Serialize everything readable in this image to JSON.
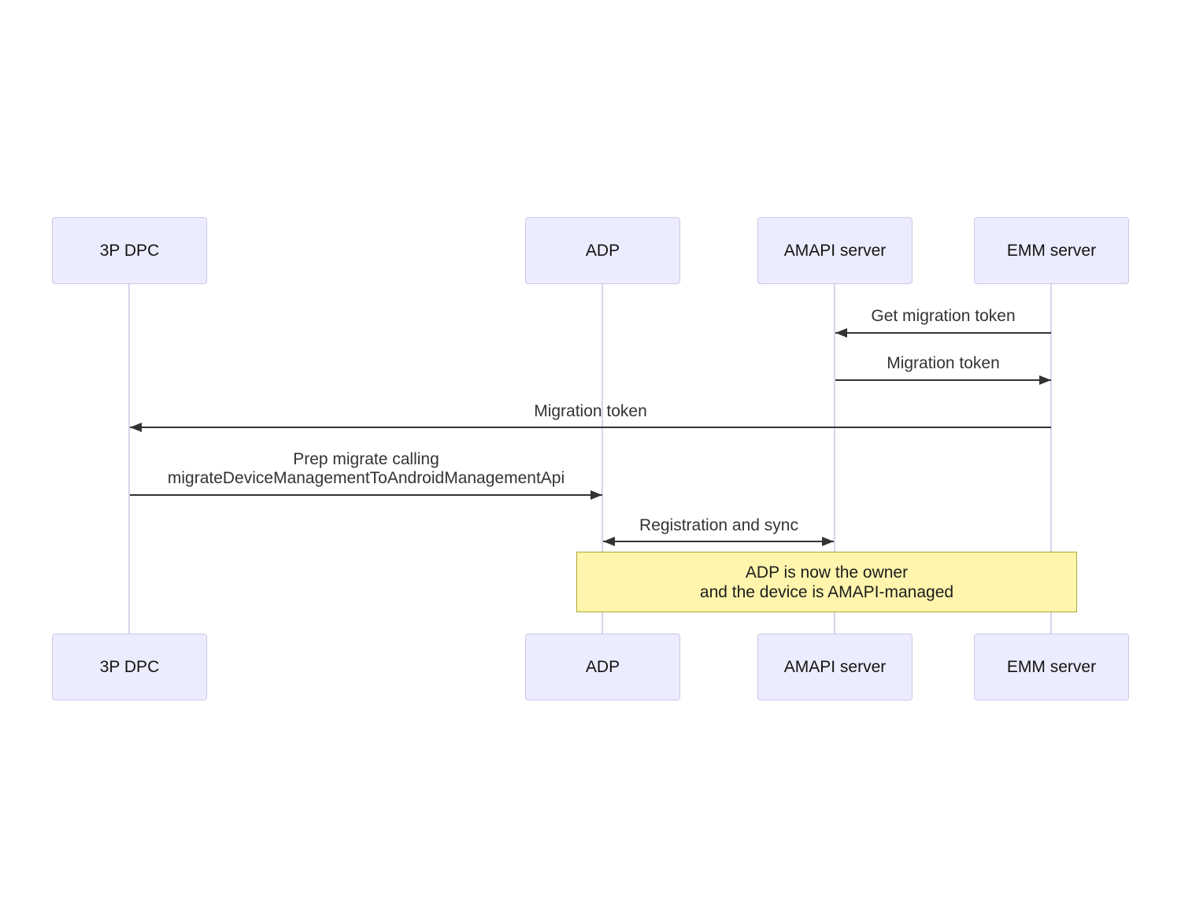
{
  "diagram": {
    "type": "sequence-diagram",
    "actors": [
      {
        "label": "3P DPC"
      },
      {
        "label": "ADP"
      },
      {
        "label": "AMAPI server"
      },
      {
        "label": "EMM server"
      }
    ],
    "messages": [
      {
        "label": "Get migration token",
        "from": "EMM server",
        "to": "AMAPI server",
        "arrow": "left"
      },
      {
        "label": "Migration token",
        "from": "AMAPI server",
        "to": "EMM server",
        "arrow": "right"
      },
      {
        "label": "Migration token",
        "from": "EMM server",
        "to": "3P DPC",
        "arrow": "left"
      },
      {
        "label_line1": "Prep migrate calling",
        "label_line2": "migrateDeviceManagementToAndroidManagementApi",
        "from": "3P DPC",
        "to": "ADP",
        "arrow": "right"
      },
      {
        "label": "Registration and sync",
        "from": "ADP",
        "to": "AMAPI server",
        "arrow": "both"
      }
    ],
    "note": {
      "line1": "ADP is now the owner",
      "line2": "and the device is AMAPI-managed",
      "spans_from": "ADP",
      "spans_to": "EMM server"
    },
    "colors": {
      "actor_fill": "#ECECFF",
      "actor_border": "#CFC6E8",
      "lifeline": "#D9D2EE",
      "arrow": "#333333",
      "message_text": "#333333",
      "note_fill": "#FFF5AD",
      "note_border": "#AAAA33"
    }
  }
}
